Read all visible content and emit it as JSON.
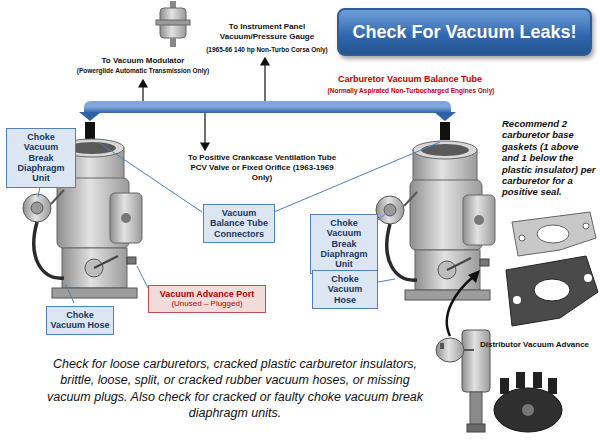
{
  "diagram": {
    "title": "Check For Vacuum Leaks!",
    "caption": "Check for loose carburetors, cracked plastic carburetor insulators, brittle, loose, split, or cracked rubber vacuum hoses, or missing vacuum plugs. Also check for cracked or faulty choke vacuum break diaphragm units.",
    "nodes": [
      {
        "text": [
          "Choke Vacuum Break Diaphragm Unit"
        ]
      },
      {
        "text": [
          "Vacuum Balance Tube Connectors"
        ]
      },
      {
        "text": [
          "Choke Vacuum Break Diaphragm Unit"
        ]
      },
      {
        "text": [
          "Choke Vacuum Hose"
        ]
      },
      {
        "text": [
          "Vacuum Advance Port",
          "(Unused – Plugged)"
        ]
      },
      {
        "text": [
          "Choke Vacuum Hose"
        ]
      }
    ],
    "labels": [
      "To Vacuum Modulator",
      "(Powerglide Automatic Transmission Only)",
      "To Instrument Panel Vacuum/Pressure Gauge",
      "(1965-66 140 hp Non-Turbo Corsa Only)",
      "Carburetor Vacuum Balance Tube",
      "(Normally Aspirated Non-Turbocharged Engines Only)",
      "To Positive Crankcase Ventilation Tube",
      "PCV Valve or Fixed Orifice (1963-1969 Only)",
      "Recommend 2 carburetor base gaskets (1 above and 1 below the plastic insulator) per carburetor for a positive seal.",
      "Distributor Vacuum Advance"
    ]
  }
}
